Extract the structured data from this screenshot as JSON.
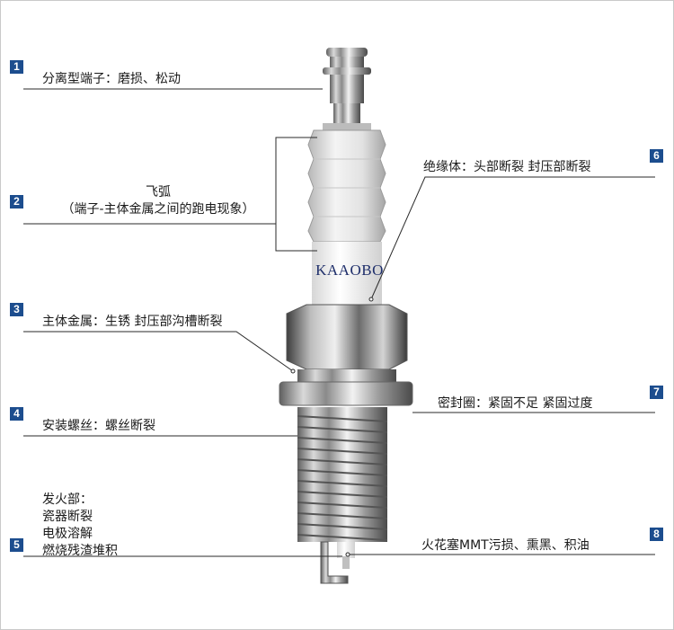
{
  "brand": "KAAOBO",
  "colors": {
    "badge": "#1c4d8e",
    "leader": "#2a2a2a",
    "text": "#1a1a1a"
  },
  "labels": [
    {
      "num": "1",
      "text": "分离型端子：磨损、松动"
    },
    {
      "num": "2",
      "lines": [
        "飞弧",
        "（端子-主体金属之间的跑电现象）"
      ]
    },
    {
      "num": "3",
      "text": "主体金属：生锈  封压部沟槽断裂"
    },
    {
      "num": "4",
      "text": "安装螺丝：螺丝断裂"
    },
    {
      "num": "5",
      "lines": [
        "发火部：",
        "瓷器断裂",
        "电极溶解",
        "燃烧残渣堆积"
      ]
    },
    {
      "num": "6",
      "text": "绝缘体：头部断裂  封压部断裂"
    },
    {
      "num": "7",
      "text": "密封圈：紧固不足  紧固过度"
    },
    {
      "num": "8",
      "text": "火花塞MMT污损、熏黑、积油"
    }
  ]
}
